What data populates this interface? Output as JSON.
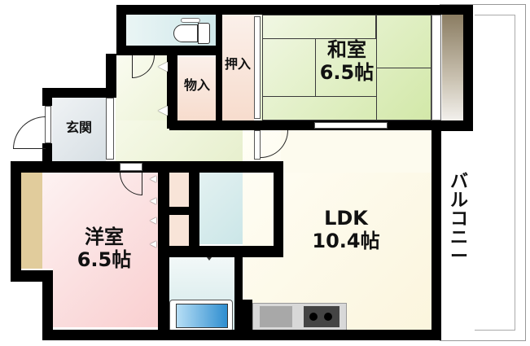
{
  "floorplan": {
    "rooms": [
      {
        "id": "washitsu",
        "name": "和室",
        "size": "6.5帖"
      },
      {
        "id": "ldk",
        "name": "LDK",
        "size": "10.4帖"
      },
      {
        "id": "youshitsu",
        "name": "洋室",
        "size": "6.5帖"
      },
      {
        "id": "genkan",
        "name": "玄関"
      },
      {
        "id": "oshiire",
        "name": "押入"
      },
      {
        "id": "monoire",
        "name": "物入"
      },
      {
        "id": "balcony",
        "name": "バルコニー"
      }
    ],
    "colors": {
      "wall": "#000000",
      "washitsu": "#dfeec0",
      "ldk": "#fdfaea",
      "youshitsu": "#fbd9da",
      "genkan": "#e2e8ec",
      "hall": "#eef3dc",
      "storage": "#f9e3d6",
      "wet": "#d4ecee",
      "tub": "#3d9ad0",
      "closet": "#e1cc9c",
      "tokonoma": "#a89c86",
      "kitchen_counter": "#d8d8d8",
      "sink": "#a8a8a8",
      "stove": "#444444"
    }
  }
}
